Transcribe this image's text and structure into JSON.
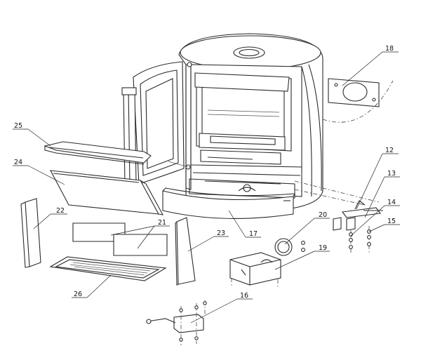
{
  "diagram": {
    "highlight_color": "#e01d26",
    "highlighted_part": "23",
    "callouts": [
      "12",
      "13",
      "14",
      "15",
      "16",
      "17",
      "18",
      "19",
      "20",
      "21",
      "22",
      "23",
      "24",
      "25",
      "26"
    ]
  }
}
